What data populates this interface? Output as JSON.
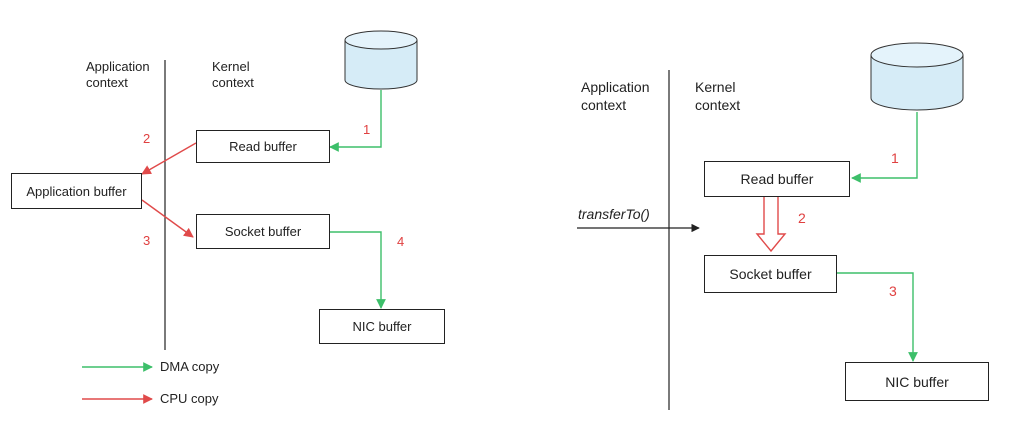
{
  "colors": {
    "dma": "#3dbf6a",
    "cpu": "#e04a4a",
    "line": "#222222",
    "disk_fill": "#d6ecf7",
    "disk_stroke": "#333333"
  },
  "left": {
    "app_context": "Application\ncontext",
    "kernel_context": "Kernel\ncontext",
    "read_buffer": "Read buffer",
    "application_buffer": "Application buffer",
    "socket_buffer": "Socket buffer",
    "nic_buffer": "NIC buffer",
    "steps": [
      "1",
      "2",
      "3",
      "4"
    ],
    "legend": {
      "dma": "DMA copy",
      "cpu": "CPU copy"
    }
  },
  "right": {
    "app_context": "Application\ncontext",
    "kernel_context": "Kernel\ncontext",
    "read_buffer": "Read buffer",
    "socket_buffer": "Socket buffer",
    "nic_buffer": "NIC buffer",
    "call": "transferTo()",
    "steps": [
      "1",
      "2",
      "3"
    ]
  }
}
